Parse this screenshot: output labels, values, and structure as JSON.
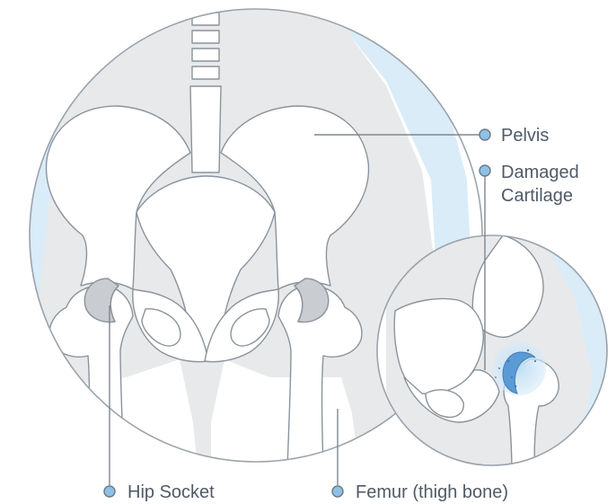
{
  "labels": {
    "pelvis": "Pelvis",
    "damaged_line1": "Damaged",
    "damaged_line2": "Cartilage",
    "hip_socket": "Hip Socket",
    "femur": "Femur (thigh bone)"
  },
  "colors": {
    "background": "#ffffff",
    "soft_tissue": "#e8e9ea",
    "skin_highlight": "#d9ecf8",
    "bone_fill": "#ffffff",
    "bone_outline": "#8a939c",
    "socket_gray": "#c9ccd0",
    "damage_blue": "#5b9bd5",
    "marker_blue": "#8ec1e6",
    "label_text": "#505a66"
  }
}
